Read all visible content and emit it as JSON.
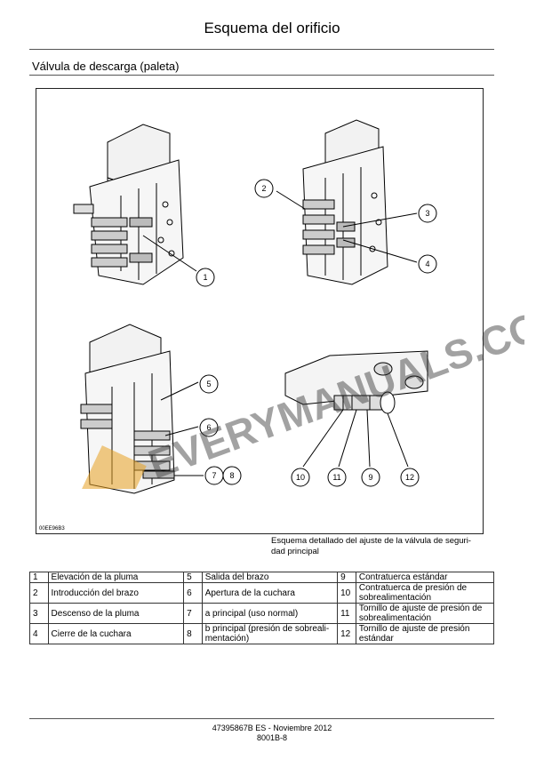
{
  "header": {
    "title": "Esquema del orificio"
  },
  "section": {
    "title": "Válvula de descarga (paleta)"
  },
  "figure": {
    "code": "00EE96B3",
    "callouts": [
      "1",
      "2",
      "3",
      "4",
      "5",
      "6",
      "7",
      "8",
      "10",
      "11",
      "9",
      "12"
    ],
    "watermark": "EVERYMANUALS.COM"
  },
  "caption": {
    "line1": "Esquema detallado del ajuste de la válvula de seguri-",
    "line2": "dad principal"
  },
  "legend": {
    "rows": [
      {
        "n1": "1",
        "t1": "Elevación de la pluma",
        "n2": "5",
        "t2": "Salida del brazo",
        "n3": "9",
        "t3": "Contratuerca estándar"
      },
      {
        "n1": "2",
        "t1": "Introducción del brazo",
        "n2": "6",
        "t2": "Apertura de la cuchara",
        "n3": "10",
        "t3": "Contratuerca de presión de sobrealimentación"
      },
      {
        "n1": "3",
        "t1": "Descenso de la pluma",
        "n2": "7",
        "t2": "a principal (uso normal)",
        "n3": "11",
        "t3": "Tornillo de ajuste de presión de sobrealimentación"
      },
      {
        "n1": "4",
        "t1": "Cierre de la cuchara",
        "n2": "8",
        "t2": "b principal (presión de sobreali-mentación)",
        "n3": "12",
        "t3": "Tornillo de ajuste de presión estándar"
      }
    ]
  },
  "footer": {
    "line1": "47395867B ES - Noviembre 2012",
    "line2": "8001B-8"
  }
}
